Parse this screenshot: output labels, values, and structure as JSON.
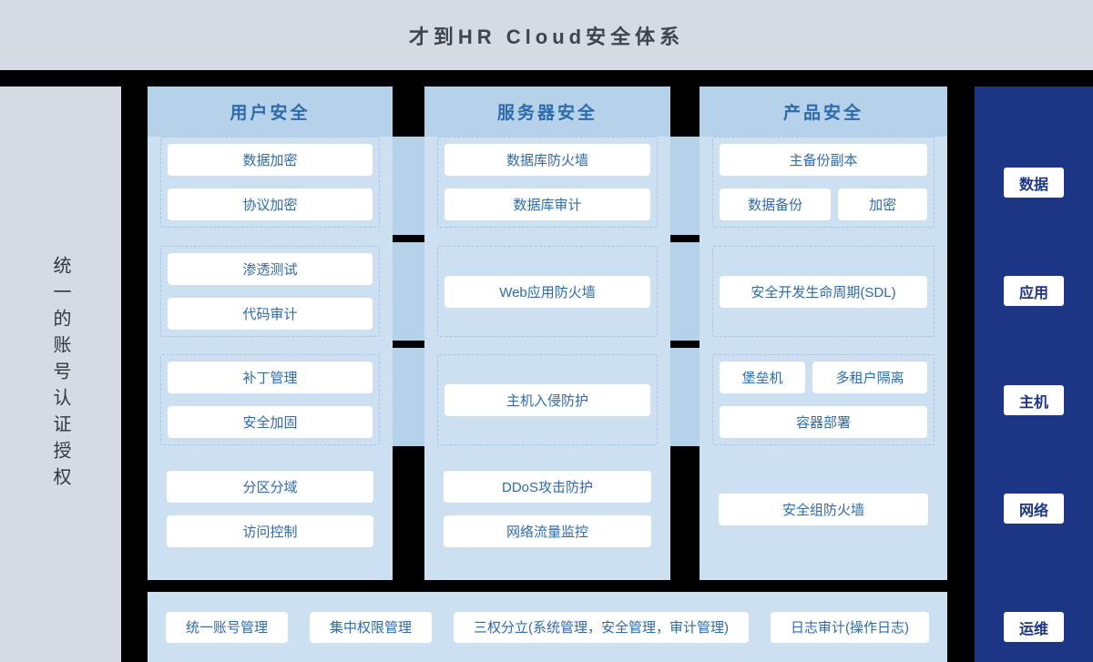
{
  "title": "才到HR Cloud安全体系",
  "left_panel": {
    "label": "统一的账号认证授权"
  },
  "columns": [
    {
      "header": "用户安全",
      "groups": [
        {
          "items": [
            "数据加密",
            "协议加密"
          ]
        },
        {
          "items": [
            "渗透测试",
            "代码审计"
          ]
        },
        {
          "items": [
            "补丁管理",
            "安全加固"
          ]
        },
        {
          "items": [
            "分区分域",
            "访问控制"
          ]
        }
      ]
    },
    {
      "header": "服务器安全",
      "groups": [
        {
          "items": [
            "数据库防火墙",
            "数据库审计"
          ]
        },
        {
          "items": [
            "Web应用防火墙"
          ]
        },
        {
          "items": [
            "主机入侵防护"
          ]
        },
        {
          "items": [
            "DDoS攻击防护",
            "网络流量监控"
          ]
        }
      ]
    },
    {
      "header": "产品安全",
      "groups": [
        {
          "items": [
            "主备份副本",
            "数据备份",
            "加密"
          ]
        },
        {
          "items": [
            "安全开发生命周期(SDL)"
          ]
        },
        {
          "items": [
            "堡垒机",
            "多租户隔离",
            "容器部署"
          ]
        },
        {
          "items": [
            "安全组防火墙"
          ]
        }
      ]
    }
  ],
  "right_panel": {
    "labels": [
      "数据",
      "应用",
      "主机",
      "网络",
      "运维"
    ]
  },
  "bottom_bar": {
    "items": [
      "统一账号管理",
      "集中权限管理",
      "三权分立(系统管理，安全管理，审计管理)",
      "日志审计(操作日志)"
    ]
  },
  "colors": {
    "background": "#000000",
    "panel_gray": "#d6dbe3",
    "column_body": "#cde0f1",
    "column_header": "#b6d1ea",
    "connector": "#b6d1ea",
    "navy": "#1c3585",
    "item_text": "#2e6bab"
  }
}
